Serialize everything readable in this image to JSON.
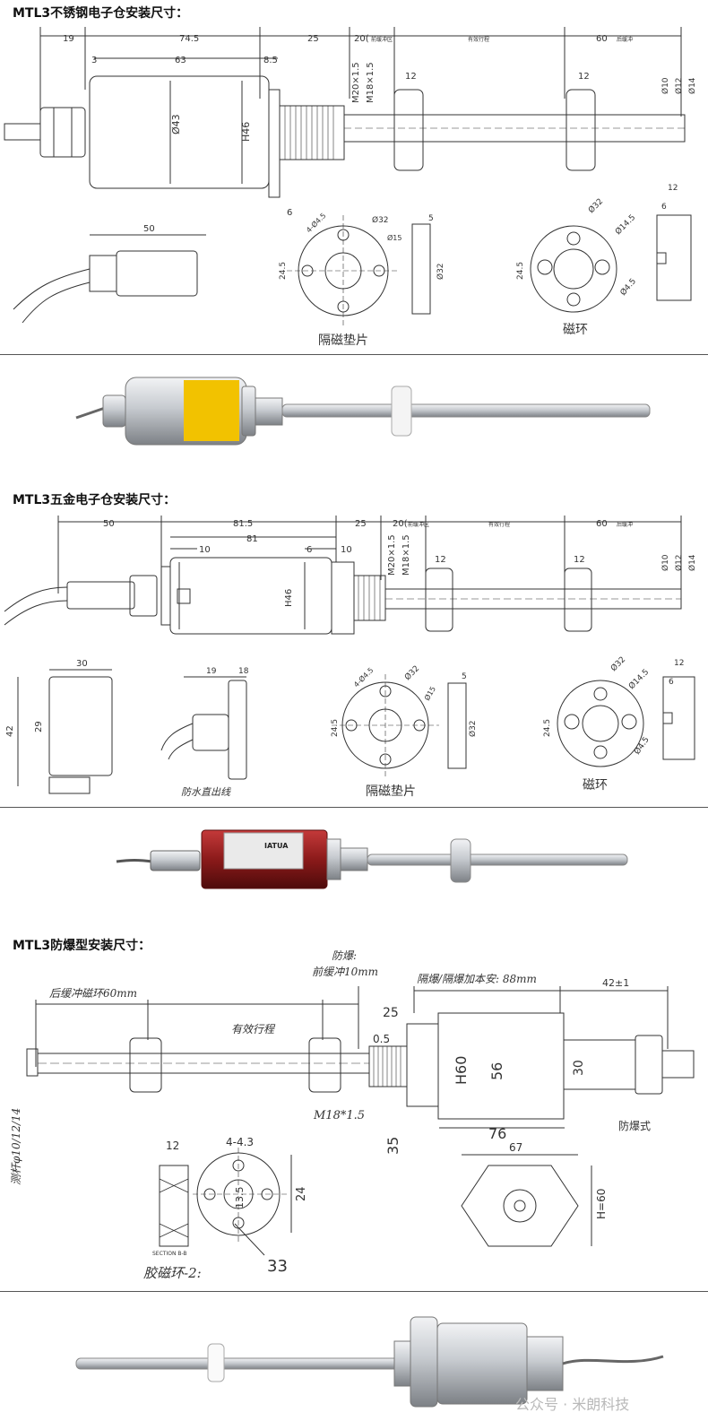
{
  "section1": {
    "title": "MTL3不锈钢电子仓安装尺寸：",
    "dims": {
      "d19": "19",
      "d745": "74.5",
      "d25": "25",
      "d20": "20(",
      "gap": "前缓冲区",
      "stroke": "有效行程",
      "d60": "60",
      "rear": "后缓冲",
      "d3": "3",
      "d63": "63",
      "d85": "8.5",
      "d12a": "12",
      "d12b": "12",
      "dia43": "Ø43",
      "h46": "H46",
      "m20": "M20×1.5",
      "m18": "M18×1.5",
      "d6": "6",
      "dia10": "Ø10",
      "dia12": "Ø12",
      "dia14": "Ø14",
      "d50": "50",
      "d445": "4-Ø4.5",
      "dia32a": "Ø32",
      "dia15": "Ø15",
      "d245a": "24.5",
      "d5": "5",
      "dia32b": "Ø32",
      "dia32c": "Ø32",
      "dia145": "Ø14.5",
      "d245b": "24.5",
      "dia45": "Ø4.5",
      "d12c": "12",
      "d6b": "6"
    },
    "caption_spacer": "隔磁垫片",
    "caption_ring": "磁环"
  },
  "section2": {
    "title": "MTL3五金电子仓安装尺寸：",
    "dims": {
      "d50": "50",
      "d815": "81.5",
      "d25": "25",
      "d20": "20(",
      "gap": "前缓冲区",
      "stroke": "有效行程",
      "d60": "60",
      "rear": "后缓冲",
      "d81": "81",
      "d10a": "10",
      "d6": "6",
      "d10b": "10",
      "d12a": "12",
      "d12b": "12",
      "h46": "H46",
      "m20": "M20×1.5",
      "m18": "M18×1.5",
      "dia10": "Ø10",
      "dia12": "Ø12",
      "dia14": "Ø14",
      "d30": "30",
      "d42": "42",
      "d29": "29",
      "d19": "19",
      "d18": "18",
      "d445": "4-Ø4.5",
      "dia32a": "Ø32",
      "dia15": "Ø15",
      "d245a": "24.5",
      "d5": "5",
      "dia32b": "Ø32",
      "dia32c": "Ø32",
      "dia145": "Ø14.5",
      "d245b": "24.5",
      "dia45": "Ø4.5",
      "d12c": "12",
      "d6b": "6"
    },
    "caption_waterproof": "防水直出线",
    "caption_spacer": "隔磁垫片",
    "caption_ring": "磁环",
    "label_text": "IATUA"
  },
  "section3": {
    "title": "MTL3防爆型安装尺寸：",
    "rear": "后缓冲磁环60mm",
    "stroke": "有效行程",
    "front_a": "防爆:",
    "front_b": "前缓冲10mm",
    "isolate": "隔爆/隔爆加本安: 88mm",
    "d42": "42±1",
    "d25": "25",
    "d05": "0.5",
    "h60": "H60",
    "d56": "56",
    "d30": "30",
    "m18": "M18*1.5",
    "d35": "35",
    "d76": "76",
    "flameproof": "防爆式",
    "rod": "测杆φ10/12/14",
    "d12": "12",
    "d443": "4-4.3",
    "d135": "13.5",
    "d24": "24",
    "d33": "33",
    "section_bb": "SECTION B-B",
    "caption_ring": "胶磁环-2:",
    "d67": "67",
    "h60b": "H=60"
  },
  "watermark": "公众号 · 米朗科技",
  "colors": {
    "line": "#333333",
    "steel": "#c9ccd0",
    "red_housing": "#8b1a1a",
    "label_yellow": "#f2c200"
  }
}
